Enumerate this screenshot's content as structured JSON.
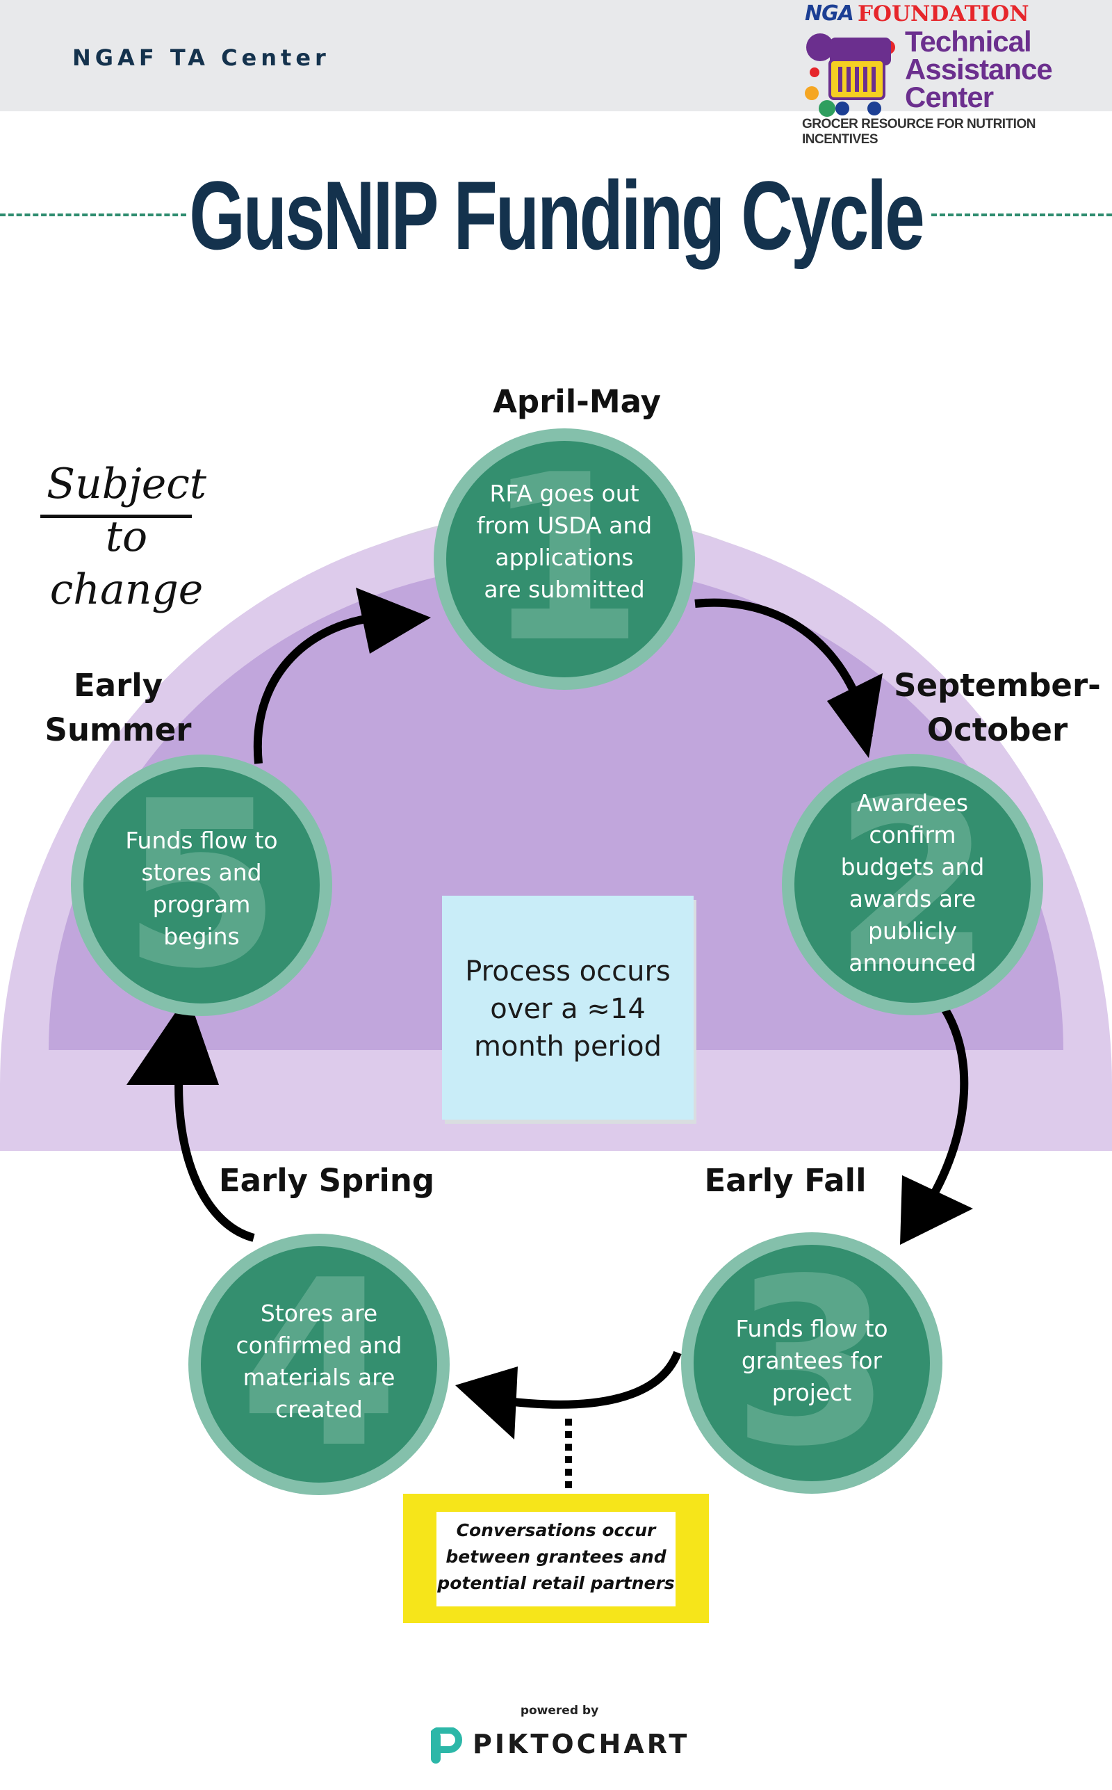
{
  "header": {
    "org_name": "NGAF TA Center",
    "logo": {
      "nga": "NGA",
      "foundation": "FOUNDATION",
      "line1": "Technical",
      "line2": "Assistance",
      "line3": "Center",
      "tagline": "GROCER RESOURCE FOR NUTRITION INCENTIVES"
    }
  },
  "title": "GusNIP Funding Cycle",
  "subject_note": {
    "line1": "Subject",
    "line2": "to change"
  },
  "center_note": "Process occurs over a ≈14 month period",
  "steps": [
    {
      "number": "1",
      "period": "April-May",
      "text": "RFA goes out from USDA and applications are submitted"
    },
    {
      "number": "2",
      "period": "September-October",
      "text": "Awardees confirm budgets and awards are publicly announced"
    },
    {
      "number": "3",
      "period": "Early Fall",
      "text": "Funds flow to grantees for project"
    },
    {
      "number": "4",
      "period": "Early Spring",
      "text": "Stores are confirmed and materials are created"
    },
    {
      "number": "5",
      "period": "Early Summer",
      "text": "Funds flow to stores and program begins"
    }
  ],
  "callout": "Conversations occur between grantees and potential retail partners",
  "footer": {
    "powered_by": "powered by",
    "brand": "PIKTOCHART"
  },
  "colors": {
    "navy": "#14324d",
    "circle_fill": "#348f6f",
    "circle_ring": "#84c0ab",
    "outer_arc": "#ddcbeb",
    "inner_arc": "#c1a6dc",
    "gray_band": "#d8d1e2",
    "note_blue": "#c9edf8",
    "callout_yellow": "#f6e51a"
  }
}
